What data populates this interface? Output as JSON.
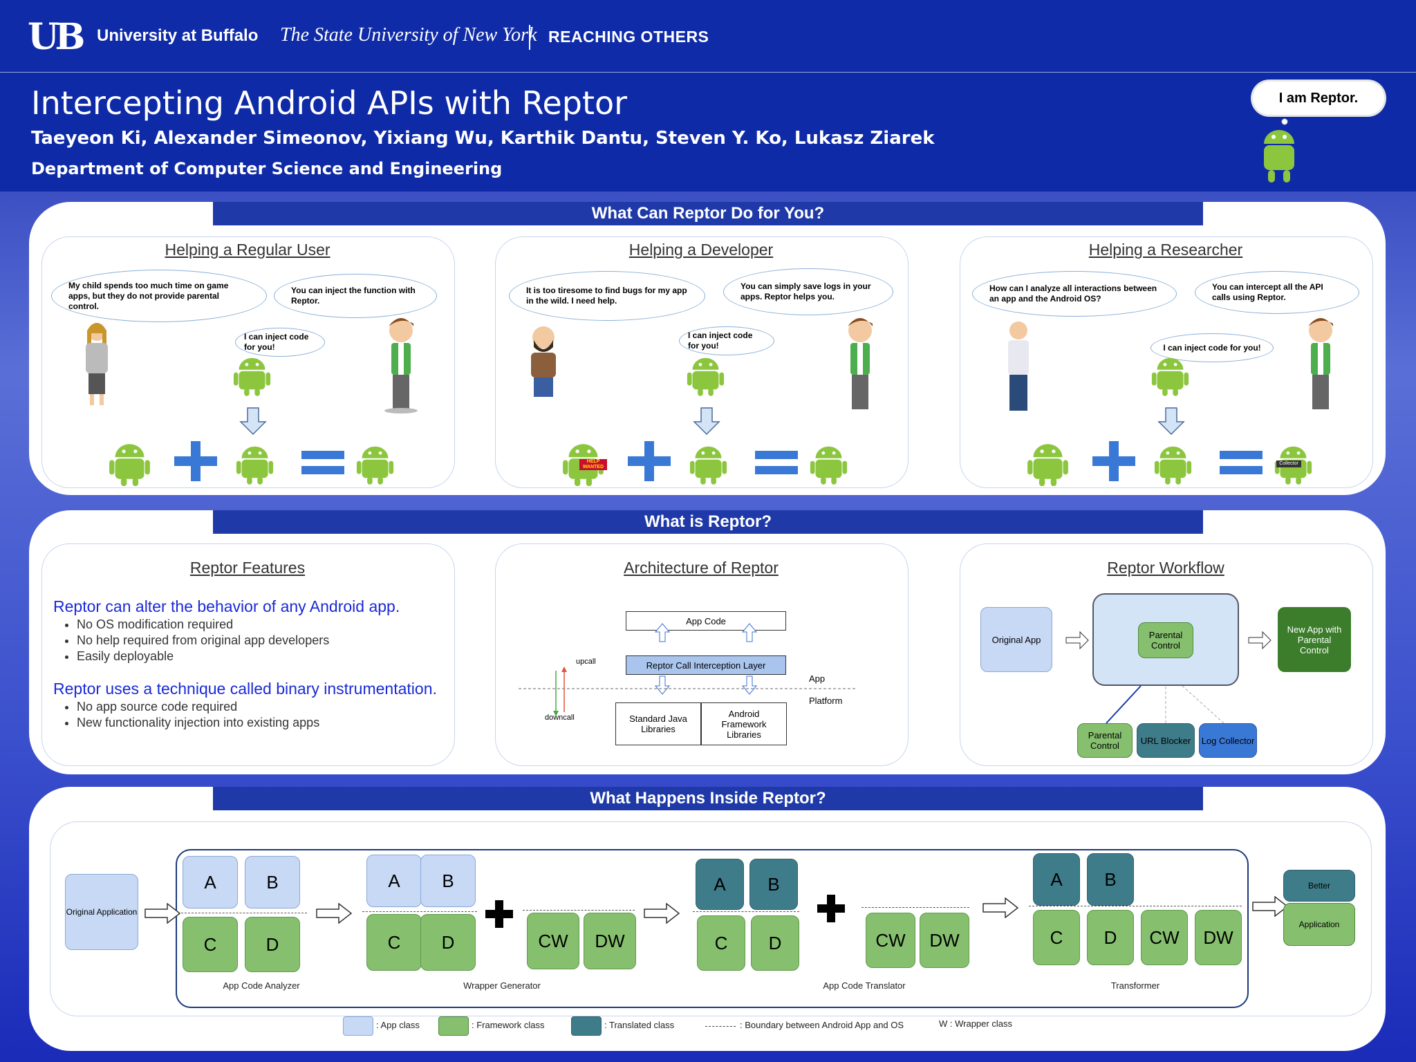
{
  "brand": {
    "logo": "UB",
    "university": "University at Buffalo",
    "state_university": "The State University of New York",
    "tagline": "REACHING OTHERS"
  },
  "header": {
    "title": "Intercepting Android APIs with Reptor",
    "authors": "Taeyeon Ki, Alexander Simeonov, Yixiang Wu, Karthik Dantu, Steven Y. Ko, Lukasz Ziarek",
    "department": "Department of Computer Science and Engineering",
    "mascot_bubble": "I am Reptor."
  },
  "section1": {
    "banner": "What Can Reptor Do for You?",
    "cards": [
      {
        "title": "Helping a Regular User",
        "bubble_left": "My child spends too much time on game apps, but they do not provide parental control.",
        "bubble_right": "You can inject the function with Reptor.",
        "bubble_robot": "I can inject code for you!"
      },
      {
        "title": "Helping a Developer",
        "bubble_left": "It is too tiresome to find bugs for my app in the wild. I need help.",
        "bubble_right": "You can simply save logs in your apps. Reptor helps you.",
        "bubble_robot": "I can inject code for you!",
        "sign": "HELP WANTED"
      },
      {
        "title": "Helping a Researcher",
        "bubble_left": "How can I analyze all interactions between an app and the Android OS?",
        "bubble_right": "You can intercept all the API calls using Reptor.",
        "bubble_robot": "I can inject code for you!",
        "sign": "Collector"
      }
    ]
  },
  "section2": {
    "banner": "What is Reptor?",
    "features": {
      "title": "Reptor Features",
      "head1": "Reptor can alter the behavior of any Android app.",
      "list1": [
        "No OS modification required",
        "No help required from original app developers",
        "Easily deployable"
      ],
      "head2": "Reptor uses a technique called binary instrumentation.",
      "list2": [
        "No app source code required",
        "New functionality injection into existing apps"
      ]
    },
    "architecture": {
      "title": "Architecture of Reptor",
      "app_code": "App Code",
      "layer": "Reptor Call Interception Layer",
      "java_libs": "Standard Java Libraries",
      "framework_libs": "Android Framework Libraries",
      "upcall": "upcall",
      "downcall": "downcall",
      "app": "App",
      "platform": "Platform"
    },
    "workflow": {
      "title": "Reptor Workflow",
      "original": "Original App",
      "inner": "Parental Control",
      "result": "New App with Parental Control",
      "modules": [
        "Parental Control",
        "URL Blocker",
        "Log Collector"
      ]
    }
  },
  "section3": {
    "banner": "What Happens Inside Reptor?",
    "original": "Original Application",
    "class_a": "A",
    "class_b": "B",
    "class_c": "C",
    "class_d": "D",
    "class_cw": "CW",
    "class_dw": "DW",
    "stages": [
      "App Code Analyzer",
      "Wrapper Generator",
      "App Code Translator",
      "Transformer"
    ],
    "result_top": "Better",
    "result_bottom": "Application",
    "legend": {
      "app": ": App class",
      "framework": ": Framework class",
      "translated": ": Translated class",
      "boundary": ": Boundary between Android App and OS",
      "wrapper": "W : Wrapper class"
    }
  },
  "colors": {
    "accent_blue": "#3a78d6",
    "android_green": "#8cc63f",
    "app_class": "#c7d9f5",
    "framework_class": "#86c06e",
    "translated_class": "#3f7c8a"
  }
}
